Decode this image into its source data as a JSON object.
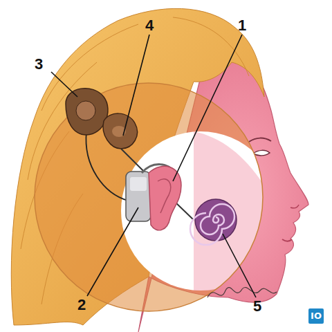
{
  "diagram": {
    "labels": [
      "1",
      "2",
      "3",
      "4",
      "5",
      "IO"
    ]
  }
}
